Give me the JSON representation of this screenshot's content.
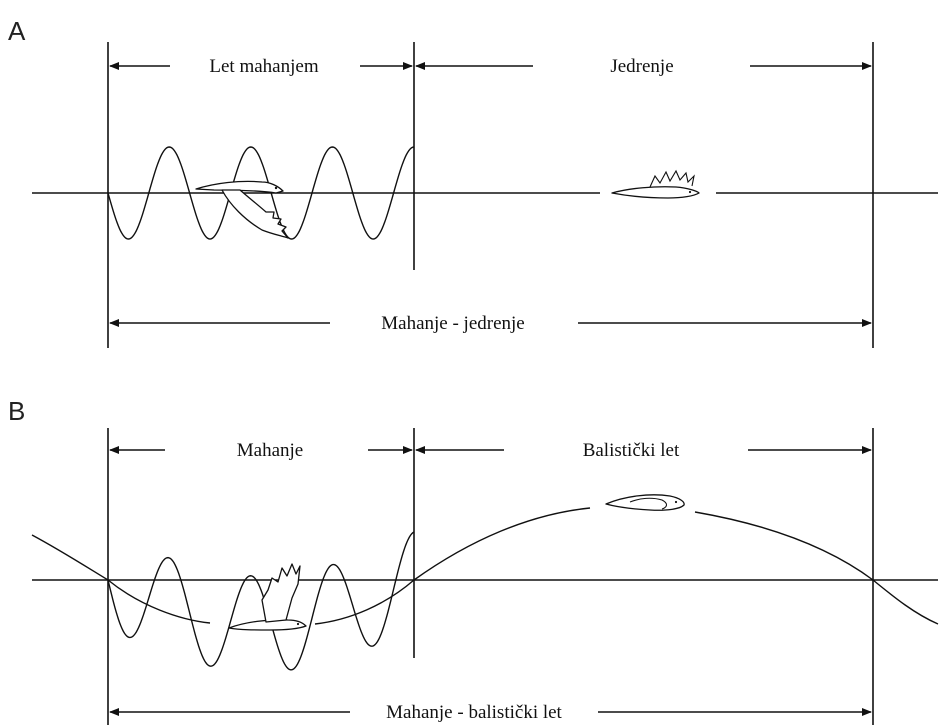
{
  "panel_a": {
    "letter": "A",
    "phase_1_label": "Let mahanjem",
    "phase_2_label": "Jedrenje",
    "cycle_label": "Mahanje - jedrenje"
  },
  "panel_b": {
    "letter": "B",
    "phase_1_label": "Mahanje",
    "phase_2_label": "Balistički let",
    "cycle_label": "Mahanje - balistički let"
  },
  "colors": {
    "ink": "#111111",
    "background": "#ffffff"
  }
}
